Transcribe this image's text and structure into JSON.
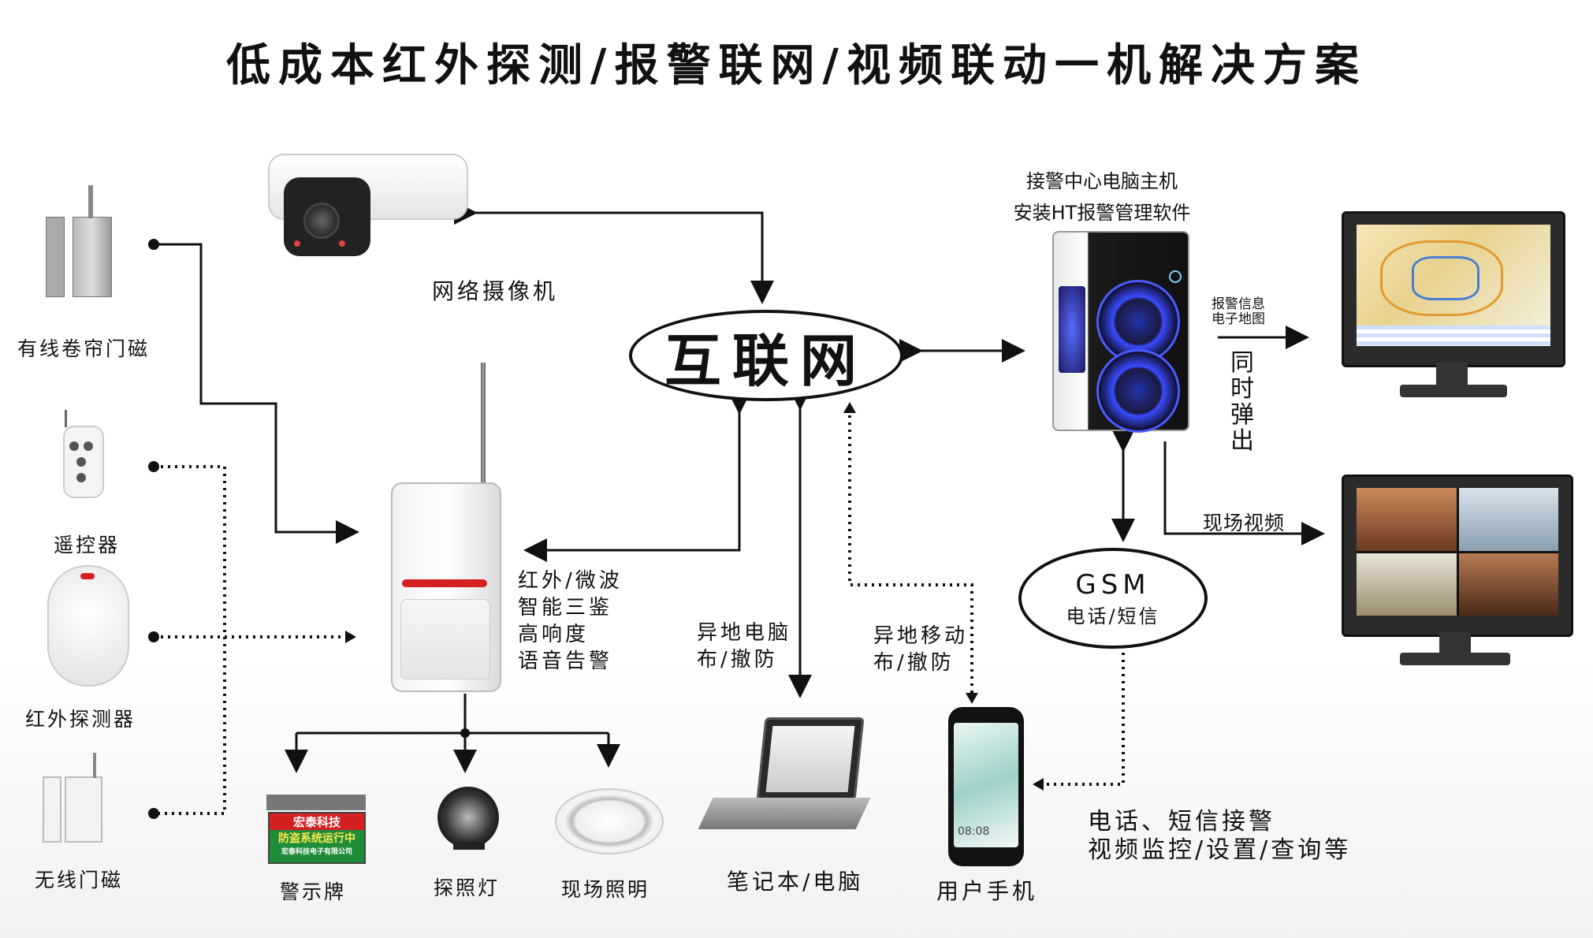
{
  "title": "低成本红外探测/报警联网/视频联动一机解决方案",
  "nodes": {
    "internet": "互联网",
    "gsm": {
      "main": "GSM",
      "sub": "电话/短信"
    }
  },
  "labels": {
    "camera": "网络摄像机",
    "wired_door_magnet": "有线卷帘门磁",
    "remote_control": "遥控器",
    "infrared_detector": "红外探测器",
    "wireless_door_magnet": "无线门磁",
    "pir_features": [
      "红外/微波",
      "智能三鉴",
      "高响度",
      "语音告警"
    ],
    "warning_sign": "警示牌",
    "searchlight": "探照灯",
    "site_lighting": "现场照明",
    "laptop": "笔记本/电脑",
    "remote_pc": [
      "异地电脑",
      "布/撤防"
    ],
    "remote_mobile": [
      "异地移动",
      "布/撤防"
    ],
    "user_phone": "用户手机",
    "phone_features": [
      "电话、短信接警",
      "视频监控/设置/查询等"
    ],
    "center_pc": [
      "接警中心电脑主机",
      "安装HT报警管理软件"
    ],
    "alarm_map": [
      "报警信息",
      "电子地图"
    ],
    "popup": "同时弹出",
    "live_video": "现场视频"
  },
  "sign_text": {
    "brand": "宏泰科技",
    "line": "防盗系统运行中",
    "footer": "宏泰科技电子有限公司"
  },
  "phone_time": "08:08",
  "colors": {
    "line": "#111111",
    "fan_blue": "#3a4bff",
    "sign_green": "#1f8c3a",
    "sign_red": "#d42020"
  }
}
